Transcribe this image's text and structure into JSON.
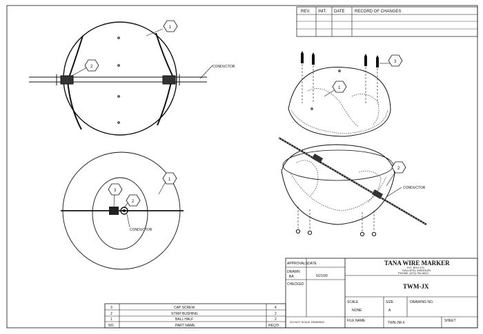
{
  "revision_block": {
    "headers": [
      "REV.",
      "INIT.",
      "DATE",
      "RECORD OF CHANGES"
    ]
  },
  "callouts": {
    "top_view": {
      "ball_half": "1",
      "strip_bushing": "2",
      "conductor": "CONDUCTOR"
    },
    "side_view": {
      "ball_half": "1",
      "cap_screw": "3",
      "strip_bushing": "2",
      "conductor": "CONDUCTOR"
    },
    "iso_view": {
      "cap_screw": "3",
      "ball_half": "1",
      "strip_bushing": "2",
      "conductor": "CONDUCTOR"
    }
  },
  "title_block": {
    "approvals_label": "APPROVALS",
    "date_label": "DATE",
    "drawn_label": "DRAWN",
    "drawn_by": "BA",
    "drawn_date": "5/21/99",
    "checked_label": "CHECKED",
    "company": "TANA WIRE MARKER",
    "address_1": "P.O. BOX 370",
    "address_2": "GALLATIN, MISSOURI",
    "phone": "PHONE: (573) 754-3812",
    "drawing_title": "TWM-JX",
    "scale_label": "SCALE",
    "scale_value": "NONE",
    "size_label": "SIZE",
    "size_value": "A",
    "drawing_no_label": "DRAWING NO.",
    "note": "DO NOT SCALE DRAWING",
    "file_name_label": "FILE NAME",
    "file_name": "TWN-JM-X",
    "sheet_label": "SHEET"
  },
  "parts_list": {
    "headers": {
      "no": "NO.",
      "name": "PART NAME",
      "qty": "REQ'D"
    },
    "rows": [
      {
        "no": "3",
        "name": "CAP SCREW",
        "qty": "4"
      },
      {
        "no": "2",
        "name": "STRIP BUSHING",
        "qty": "2"
      },
      {
        "no": "1",
        "name": "BALL HALF",
        "qty": "2"
      }
    ]
  }
}
